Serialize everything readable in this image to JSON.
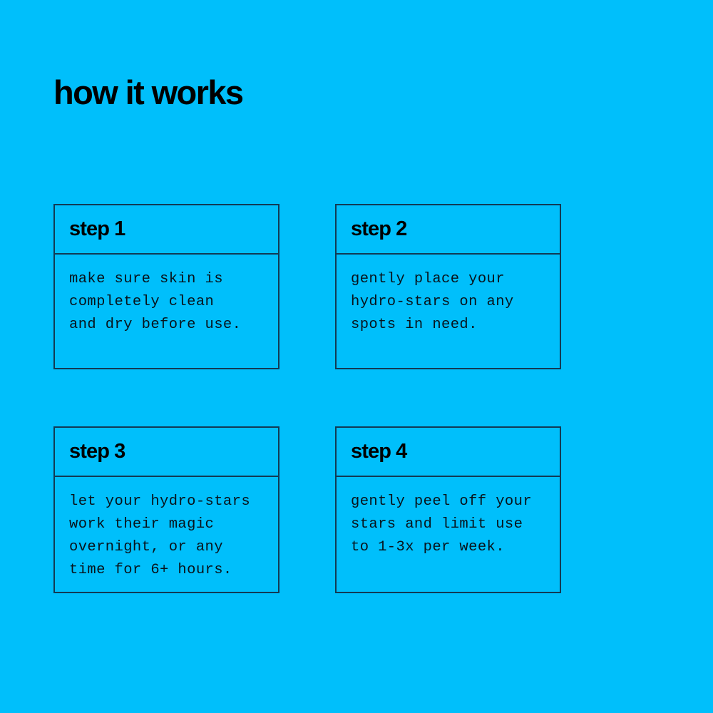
{
  "page": {
    "title": "how it works",
    "background_color": "#00bffb",
    "ink_color": "#000000",
    "border_color": "#123a55"
  },
  "steps": [
    {
      "title": "step 1",
      "lines": [
        "make sure skin is",
        "completely clean",
        "and dry before use."
      ]
    },
    {
      "title": "step 2",
      "lines": [
        "gently place your",
        "hydro-stars on any",
        "spots in need."
      ]
    },
    {
      "title": "step 3",
      "lines": [
        "let your hydro-stars",
        "work their magic",
        "overnight, or any",
        "time for 6+ hours."
      ]
    },
    {
      "title": "step 4",
      "lines": [
        "gently peel off your",
        "stars and limit use",
        "to 1-3x per week."
      ]
    }
  ]
}
